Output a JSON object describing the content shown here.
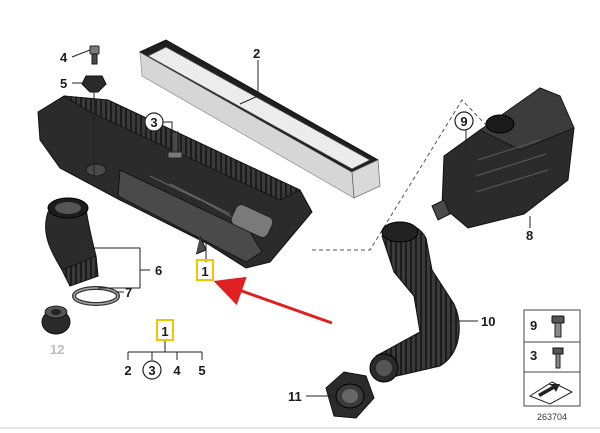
{
  "callouts": {
    "c1_main": "1",
    "c2": "2",
    "c3": "3",
    "c4": "4",
    "c5": "5",
    "c6": "6",
    "c7": "7",
    "c8": "8",
    "c9": "9",
    "c10": "10",
    "c11": "11",
    "c12": "12"
  },
  "tree": {
    "root": "1",
    "children": [
      "2",
      "3",
      "4",
      "5"
    ]
  },
  "legend": {
    "item_a": "9",
    "item_b": "3"
  },
  "drawing_number": "263704",
  "colors": {
    "highlight": "#f2c500",
    "arrow": "#e02020",
    "part": "#2b2b2b",
    "filter_mesh": "#e8e8e8"
  }
}
